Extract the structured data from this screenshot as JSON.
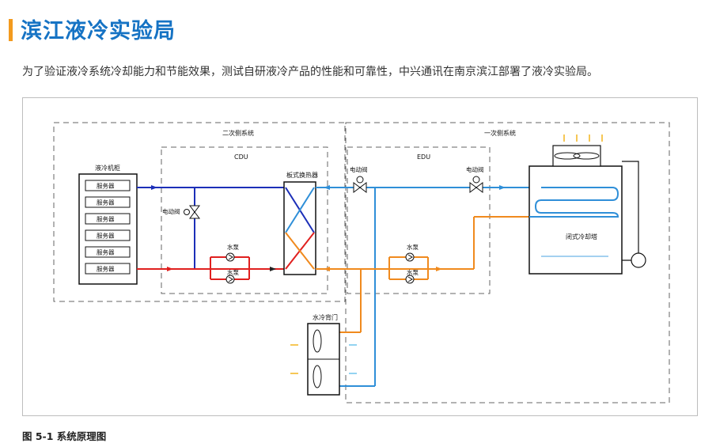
{
  "title": "滨江液冷实验局",
  "intro": "为了验证液冷系统冷却能力和节能效果，测试自研液冷产品的性能和可靠性，中兴通讯在南京滨江部署了液冷实验局。",
  "caption": "图 5-1 系统原理图",
  "diagram": {
    "secondary_system": "二次侧系统",
    "primary_system": "一次侧系统",
    "cdu": "CDU",
    "edu": "EDU",
    "cabinet": "液冷机柜",
    "servers": [
      "服务器",
      "服务器",
      "服务器",
      "服务器",
      "服务器",
      "服务器"
    ],
    "plate_hx": "板式换热器",
    "valve_cdu": "电动阀",
    "valve_edu": "电动阀",
    "valve_tower": "电动阀",
    "pump_cdu_1": "水泵",
    "pump_cdu_2": "水泵",
    "pump_edu_1": "水泵",
    "pump_edu_2": "水泵",
    "tower": "闭式冷却塔",
    "rear_door": "水冷背门"
  },
  "colors": {
    "title": "#1673c4",
    "accent": "#f39a1e",
    "hot": "#e0201f",
    "cold": "#1c2fb8",
    "primary_cold": "#2f8fd8",
    "primary_hot": "#f08a1e"
  }
}
